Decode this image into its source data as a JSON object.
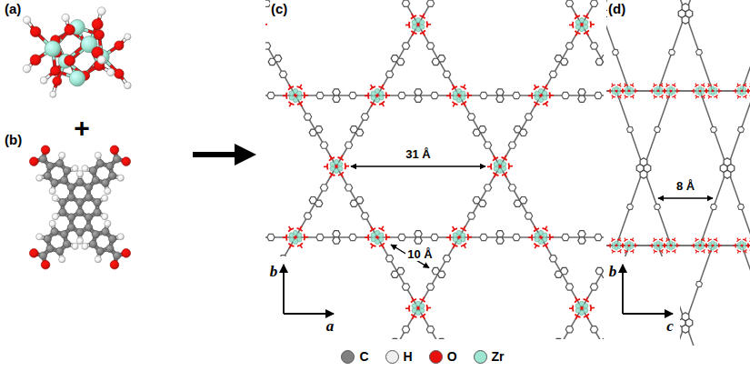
{
  "diagram": {
    "labels": [
      "(a)",
      "+",
      "(b)",
      "(c)",
      "31 Å",
      "10 Å",
      "b",
      "a",
      "(d)",
      "8 Å",
      "b",
      "c"
    ],
    "legend": [
      {
        "text": "C",
        "color": "#808080"
      },
      {
        "text": "H",
        "color": "#f0f0f0"
      },
      {
        "text": "O",
        "color": "#e8100c"
      },
      {
        "text": "Zr",
        "color": "#9ee6d2"
      }
    ]
  }
}
